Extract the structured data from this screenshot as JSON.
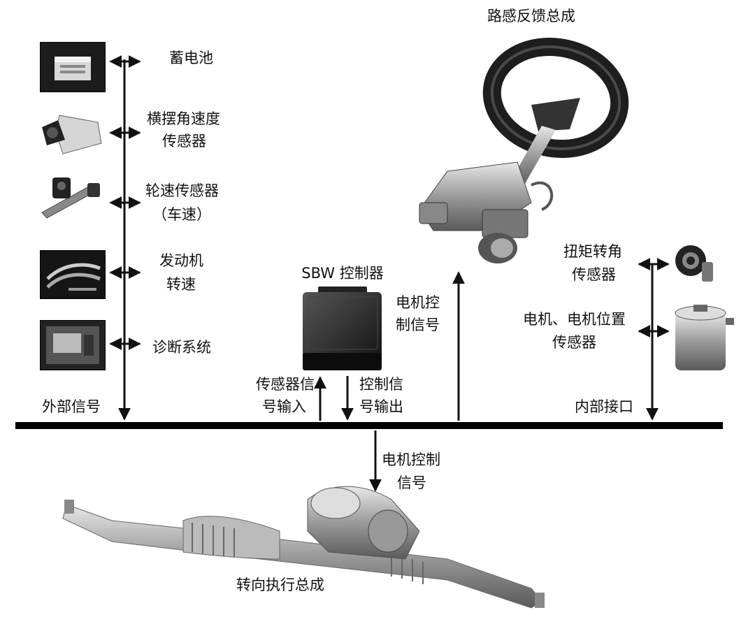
{
  "diagram": {
    "top_assembly": "路感反馈总成",
    "controller": "SBW 控制器",
    "left_inputs": [
      {
        "line1": "蓄电池",
        "line2": ""
      },
      {
        "line1": "横摆角速度",
        "line2": "传感器"
      },
      {
        "line1": "轮速传感器",
        "line2": "（车速）"
      },
      {
        "line1": "发动机",
        "line2": "转速"
      },
      {
        "line1": "诊断系统",
        "line2": ""
      }
    ],
    "left_bus_label": "外部信号",
    "right_sensors": [
      {
        "line1": "扭矩转角",
        "line2": "传感器"
      },
      {
        "line1": "电机、电机位置",
        "line2": "传感器"
      }
    ],
    "right_bus_label": "内部接口",
    "sensor_input": {
      "line1": "传感器信",
      "line2": "号输入"
    },
    "control_output": {
      "line1": "控制信",
      "line2": "号输出"
    },
    "motor_signal_top": {
      "line1": "电机控",
      "line2": "制信号"
    },
    "motor_signal_bottom": {
      "line1": "电机控制",
      "line2": "信号"
    },
    "bottom_assembly": "转向执行总成"
  }
}
